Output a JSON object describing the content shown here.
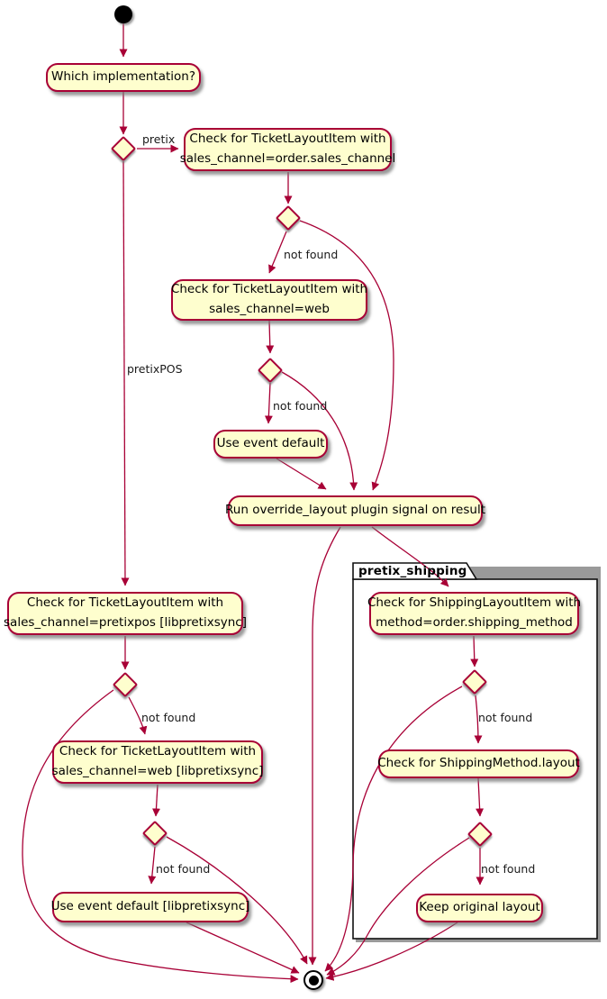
{
  "colors": {
    "node_fill": "#fefece",
    "node_border": "#a80036",
    "edge": "#a80036",
    "partition_border": "#000000",
    "background": "#ffffff"
  },
  "partition": {
    "label": "pretix_shipping"
  },
  "nodes": {
    "which_implementation": "Which implementation?",
    "check_ticket_order_channel": "Check for TicketLayoutItem with\nsales_channel=order.sales_channel",
    "check_ticket_web": "Check for TicketLayoutItem with\nsales_channel=web",
    "use_event_default": "Use event default",
    "run_override": "Run override_layout plugin signal on result",
    "check_ticket_pretixpos": "Check for TicketLayoutItem with\nsales_channel=pretixpos [libpretixsync]",
    "check_ticket_web_sync": "Check for TicketLayoutItem with\nsales_channel=web [libpretixsync]",
    "use_event_default_sync": "Use event default [libpretixsync]",
    "check_shipping_item": "Check for ShippingLayoutItem with\nmethod=order.shipping_method",
    "check_shipping_method": "Check for ShippingMethod.layout",
    "keep_original": "Keep original layout"
  },
  "edge_labels": {
    "pretix": "pretix",
    "pretixpos": "pretixPOS",
    "not_found": "not found"
  }
}
